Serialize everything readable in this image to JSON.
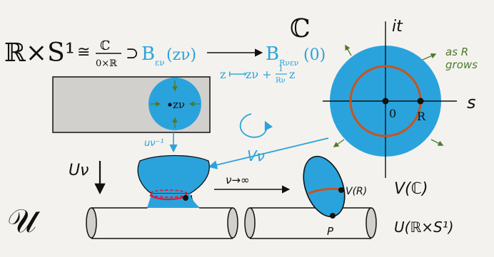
{
  "top_formula": {
    "lhs": "ℝ×S¹",
    "cong": "≅",
    "frac_num": "ℂ",
    "frac_den": "0×ℝ",
    "supset": "⊃",
    "ball_left": "B",
    "ball_left_sub": "εν",
    "ball_left_arg": "(zν)",
    "ball_right": "B",
    "ball_right_sub": "Rνεν",
    "ball_right_arg": "(0)"
  },
  "map_formula": {
    "z": "z",
    "arrow": "⟼",
    "image": "zν + ",
    "frac_num": "1",
    "frac_den": "Rν",
    "tail": "z"
  },
  "left_disk_label": "zν",
  "complex_plane": {
    "title": "ℂ",
    "imag_axis": "it",
    "real_axis": "s",
    "origin": "0",
    "radius_point": "R",
    "growth_note_line1": "as R",
    "growth_note_line2": "grows"
  },
  "arrow_labels": {
    "u_inv": "uν⁻¹",
    "V_nu": "Vν",
    "U_nu": "Uν",
    "limit": "ν→∞"
  },
  "right_labels": {
    "V_R": "V(R)",
    "V_C": "V(ℂ)",
    "P": "P",
    "U_RS": "U(ℝ×S¹)"
  },
  "script_U": "𝒰",
  "colors": {
    "blue": "#2aa3dc",
    "dark_blue": "#1c88c4",
    "orange": "#c8541e",
    "red": "#d81b3c",
    "green": "#4c7a2c",
    "gray_rect": "#d2d0cd"
  }
}
